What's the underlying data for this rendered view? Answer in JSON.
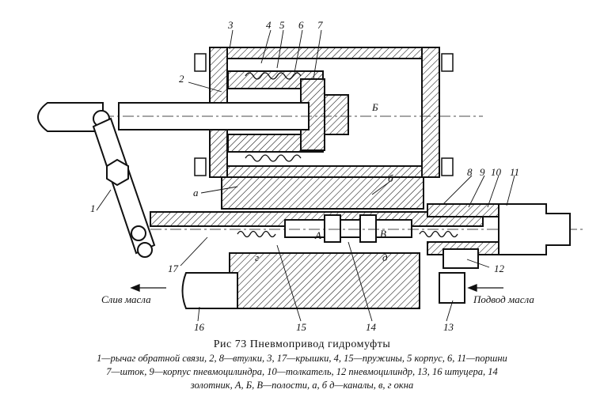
{
  "callouts": {
    "n1": "1",
    "n2": "2",
    "n3": "3",
    "n4": "4",
    "n5": "5",
    "n6": "6",
    "n7": "7",
    "n8": "8",
    "n9": "9",
    "n10": "10",
    "n11": "11",
    "n12": "12",
    "n13": "13",
    "n14": "14",
    "n15": "15",
    "n16": "16",
    "n17": "17",
    "cav_B_top": "Б",
    "cav_A": "А",
    "cav_B_mid": "В",
    "ch_a": "а",
    "ch_b": "б",
    "win_g": "г",
    "win_d": "д"
  },
  "flows": {
    "drain": "Слив масла",
    "supply": "Подвод масла"
  },
  "caption": {
    "title": "Рис 73 Пневмопривод гидромуфты",
    "line1": "1—рычаг обратной связи, 2, 8—втулки, 3, 17—крышки, 4, 15—пружины, 5 корпус, 6, 11—поршни",
    "line2": "7—шток, 9—корпус пневмоцилиндра, 10—толкатель, 12 пневмоцилиндр, 13, 16 штуцера, 14",
    "line3": "золотник, А, Б, В—полости, а, б д—каналы, в, г окна"
  }
}
